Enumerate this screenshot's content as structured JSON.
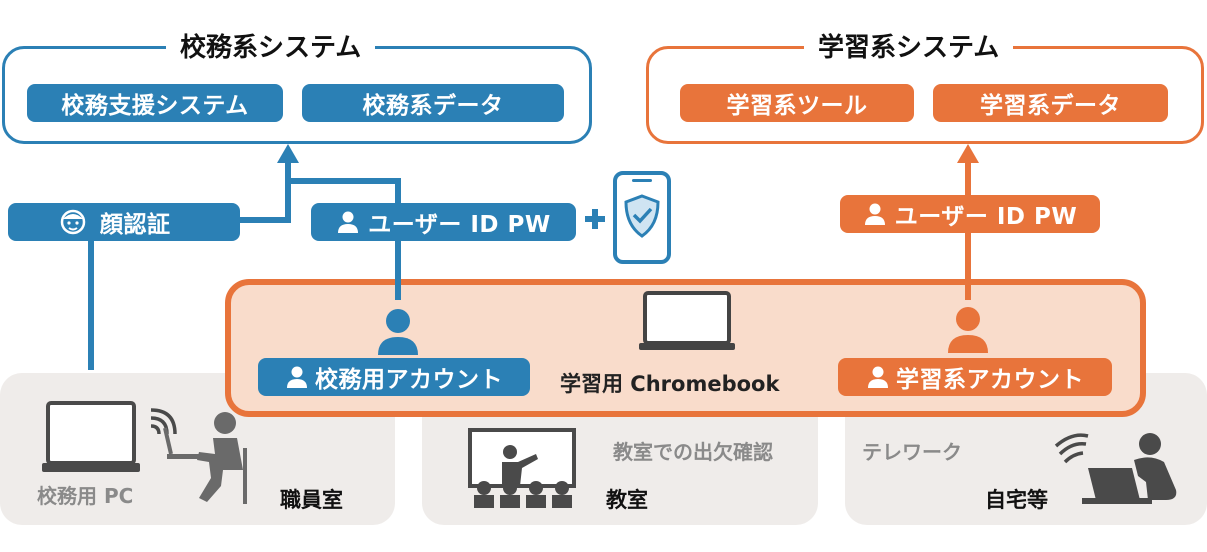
{
  "colors": {
    "blue": "#2b80b5",
    "orange": "#e8743b",
    "room_bg": "#efecea",
    "device_bg": "#f9dccb",
    "gray": "#8a8a8a"
  },
  "school_system": {
    "title": "校務系システム",
    "items": [
      "校務支援システム",
      "校務系データ"
    ]
  },
  "learning_system": {
    "title": "学習系システム",
    "items": [
      "学習系ツール",
      "学習系データ"
    ]
  },
  "auth": {
    "face": "顔認証",
    "user_id_pw_blue": "ユーザー ID  PW",
    "plus": "+",
    "user_id_pw_orange": "ユーザー ID  PW"
  },
  "device": {
    "school_account": "校務用アカウント",
    "chromebook": "学習用 Chromebook",
    "learning_account": "学習系アカウント"
  },
  "rooms": {
    "staff": {
      "pc_label": "校務用 PC",
      "name": "職員室"
    },
    "classroom": {
      "note": "教室での出欠確認",
      "name": "教室"
    },
    "home": {
      "note": "テレワーク",
      "name": "自宅等"
    }
  },
  "icons": [
    "person-icon",
    "face-icon",
    "smartphone-shield-icon",
    "laptop-icon",
    "teacher-icon",
    "telework-icon",
    "wifi-icon"
  ]
}
